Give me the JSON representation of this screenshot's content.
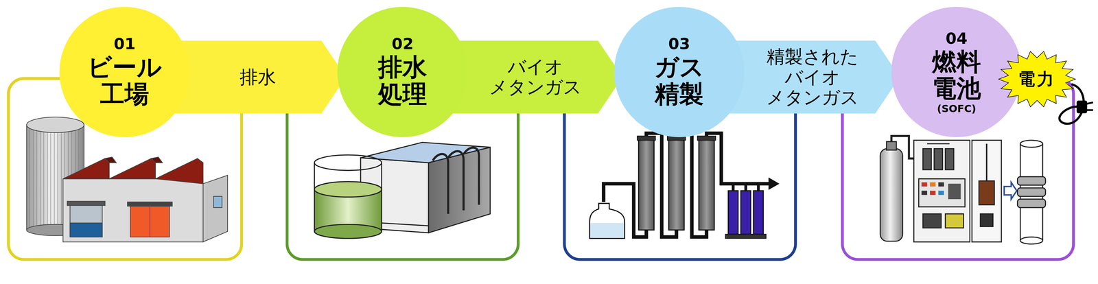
{
  "diagram": {
    "nodes": [
      {
        "text": [
          "01",
          "ビール 工場"
        ]
      },
      {
        "text": [
          "02",
          "排水 処理"
        ]
      },
      {
        "text": [
          "03",
          "ガス 精製"
        ]
      },
      {
        "text": [
          "04",
          "燃料 電池",
          "(SOFC)"
        ]
      },
      {
        "text": [
          "電力"
        ]
      }
    ],
    "edges": [
      {
        "from": 0,
        "to": 1,
        "label": "排水",
        "arrow": "to"
      },
      {
        "from": 1,
        "to": 2,
        "label": "バイオ メタンガス",
        "arrow": "to"
      },
      {
        "from": 2,
        "to": 3,
        "label": "精製された バイオ メタンガス",
        "arrow": "to"
      }
    ]
  }
}
